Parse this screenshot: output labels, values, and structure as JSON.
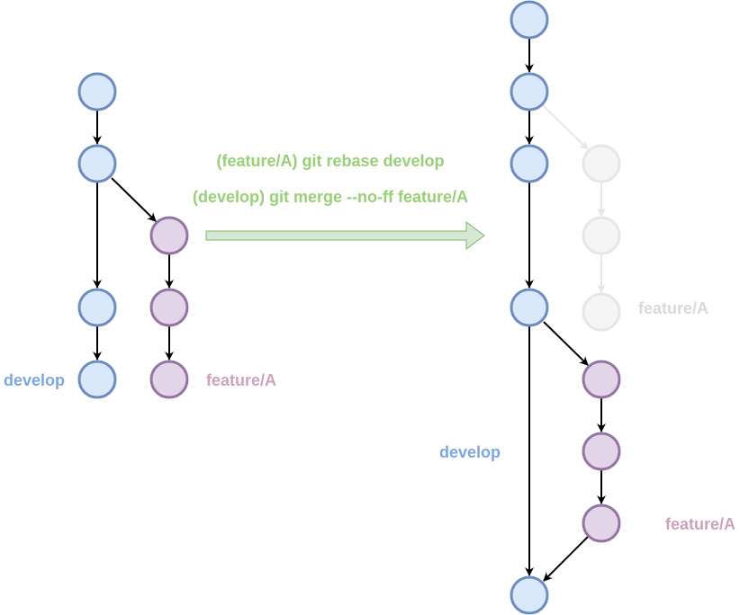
{
  "commands": {
    "rebase": "(feature/A) git rebase develop",
    "merge": "(develop) git merge --no-ff feature/A"
  },
  "before": {
    "develop_label": "develop",
    "feature_label": "feature/A"
  },
  "after": {
    "develop_label": "develop",
    "feature_label": "feature/A",
    "old_feature_label": "feature/A"
  },
  "colors": {
    "command_text": "#97d077",
    "develop": "#7ea6e0",
    "feature": "#cda2be",
    "ghost": "#d9d9d9"
  }
}
